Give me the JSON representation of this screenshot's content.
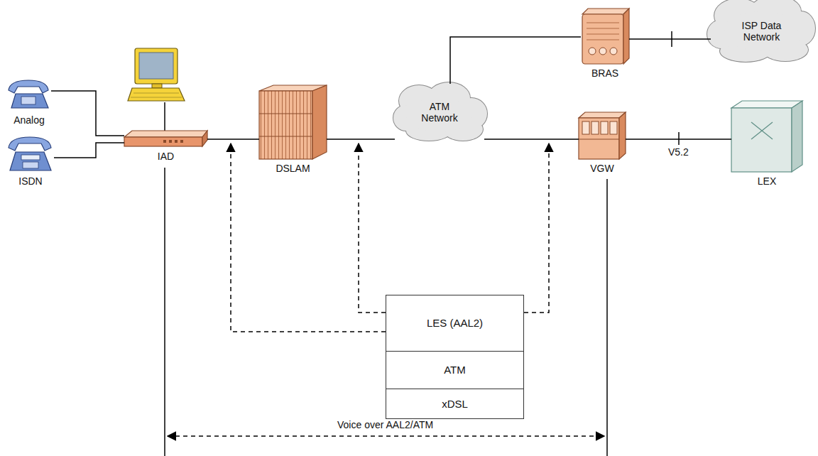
{
  "diagram": {
    "nodes": [
      {
        "text": [
          "Analog"
        ]
      },
      {
        "text": [
          "ISDN"
        ]
      },
      {
        "text": [
          "IAD"
        ]
      },
      {
        "text": [
          "DSLAM"
        ]
      },
      {
        "text": [
          "ATM Network"
        ]
      },
      {
        "text": [
          "BRAS"
        ]
      },
      {
        "text": [
          "ISP Data Network"
        ]
      },
      {
        "text": [
          "VGW"
        ]
      },
      {
        "text": [
          "LEX"
        ]
      },
      {
        "text": [
          "LES (AAL2)"
        ]
      },
      {
        "text": [
          "ATM"
        ]
      },
      {
        "text": [
          "xDSL"
        ]
      }
    ],
    "edges": [
      {
        "from": 0,
        "to": 2,
        "arrow": "none"
      },
      {
        "from": 1,
        "to": 2,
        "arrow": "none"
      },
      {
        "from": 2,
        "to": 3,
        "arrow": "none"
      },
      {
        "from": 3,
        "to": 4,
        "arrow": "none"
      },
      {
        "from": 4,
        "to": 5,
        "arrow": "none"
      },
      {
        "from": 5,
        "to": 6,
        "arrow": "none"
      },
      {
        "from": 4,
        "to": 7,
        "arrow": "none"
      },
      {
        "from": 7,
        "to": 8,
        "label": "V5.2",
        "arrow": "none"
      }
    ],
    "labels": [
      "Voice over AAL2/ATM"
    ]
  }
}
